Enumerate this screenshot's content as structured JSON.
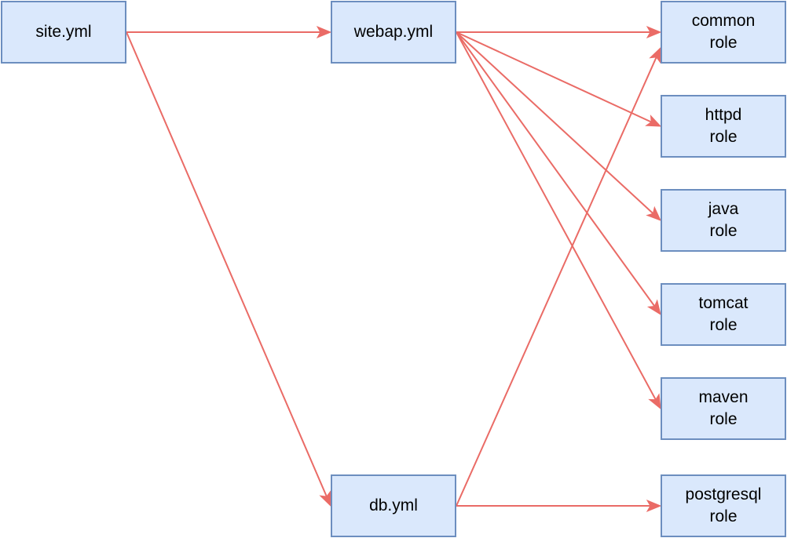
{
  "colors": {
    "node_fill": "#dae8fc",
    "node_border": "#6c8ebf",
    "edge": "#ea6b66",
    "text": "#000000"
  },
  "nodes": {
    "site": {
      "line1": "site.yml",
      "line2": ""
    },
    "webap": {
      "line1": "webap.yml",
      "line2": ""
    },
    "db": {
      "line1": "db.yml",
      "line2": ""
    },
    "common": {
      "line1": "common",
      "line2": "role"
    },
    "httpd": {
      "line1": "httpd",
      "line2": "role"
    },
    "java": {
      "line1": "java",
      "line2": "role"
    },
    "tomcat": {
      "line1": "tomcat",
      "line2": "role"
    },
    "maven": {
      "line1": "maven",
      "line2": "role"
    },
    "postgresql": {
      "line1": "postgresql",
      "line2": "role"
    }
  },
  "edges": [
    {
      "from": "site",
      "to": "webap"
    },
    {
      "from": "site",
      "to": "db"
    },
    {
      "from": "webap",
      "to": "common"
    },
    {
      "from": "webap",
      "to": "httpd"
    },
    {
      "from": "webap",
      "to": "java"
    },
    {
      "from": "webap",
      "to": "tomcat"
    },
    {
      "from": "webap",
      "to": "maven"
    },
    {
      "from": "db",
      "to": "common"
    },
    {
      "from": "db",
      "to": "postgresql"
    }
  ]
}
